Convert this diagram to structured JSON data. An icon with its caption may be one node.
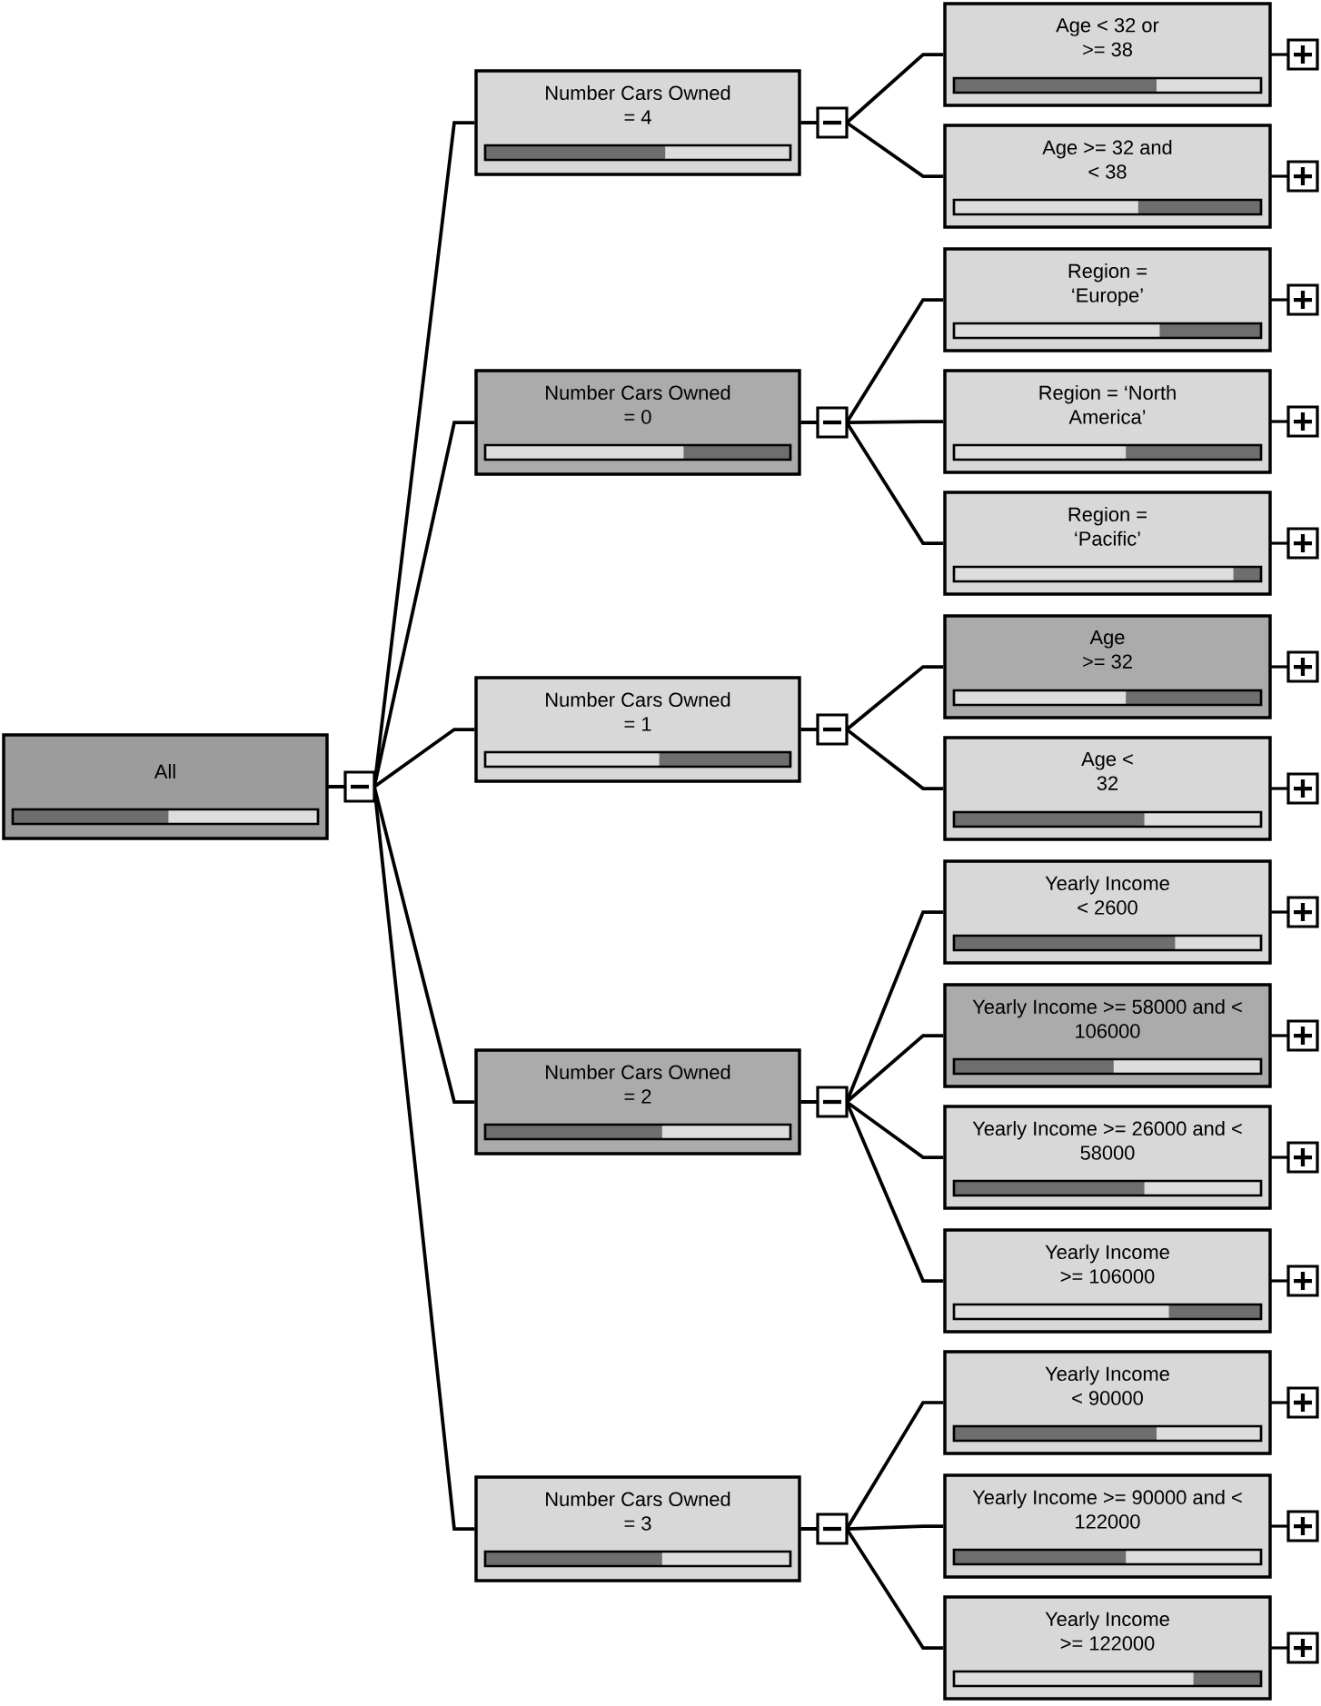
{
  "diagram": {
    "nodes": [
      {
        "text": [
          "All"
        ]
      },
      {
        "text": [
          "Number Cars Owned = 4"
        ]
      },
      {
        "text": [
          "Number Cars Owned = 0"
        ]
      },
      {
        "text": [
          "Number Cars Owned = 1"
        ]
      },
      {
        "text": [
          "Number Cars Owned = 2"
        ]
      },
      {
        "text": [
          "Number Cars Owned = 3"
        ]
      },
      {
        "text": [
          "Age < 32 or >= 38"
        ]
      },
      {
        "text": [
          "Age >= 32 and < 38"
        ]
      },
      {
        "text": [
          "Region = ‘Europe’"
        ]
      },
      {
        "text": [
          "Region = ‘North America’"
        ]
      },
      {
        "text": [
          "Region = ‘Pacific’"
        ]
      },
      {
        "text": [
          "Age >= 32"
        ]
      },
      {
        "text": [
          "Age < 32"
        ]
      },
      {
        "text": [
          "Yearly Income < 2600"
        ]
      },
      {
        "text": [
          "Yearly Income >= 58000 and < 106000"
        ]
      },
      {
        "text": [
          "Yearly Income >= 26000 and < 58000"
        ]
      },
      {
        "text": [
          "Yearly Income >= 106000"
        ]
      },
      {
        "text": [
          "Yearly Income < 90000"
        ]
      },
      {
        "text": [
          "Yearly Income >= 90000 and < 122000"
        ]
      },
      {
        "text": [
          "Yearly Income >= 122000"
        ]
      }
    ],
    "edges": [
      {
        "from": 0,
        "to": 1,
        "arrow": "none"
      },
      {
        "from": 0,
        "to": 2,
        "arrow": "none"
      },
      {
        "from": 0,
        "to": 3,
        "arrow": "none"
      },
      {
        "from": 0,
        "to": 4,
        "arrow": "none"
      },
      {
        "from": 0,
        "to": 5,
        "arrow": "none"
      },
      {
        "from": 1,
        "to": 6,
        "arrow": "none"
      },
      {
        "from": 1,
        "to": 7,
        "arrow": "none"
      },
      {
        "from": 2,
        "to": 8,
        "arrow": "none"
      },
      {
        "from": 2,
        "to": 9,
        "arrow": "none"
      },
      {
        "from": 2,
        "to": 10,
        "arrow": "none"
      },
      {
        "from": 3,
        "to": 11,
        "arrow": "none"
      },
      {
        "from": 3,
        "to": 12,
        "arrow": "none"
      },
      {
        "from": 4,
        "to": 13,
        "arrow": "none"
      },
      {
        "from": 4,
        "to": 14,
        "arrow": "none"
      },
      {
        "from": 4,
        "to": 15,
        "arrow": "none"
      },
      {
        "from": 4,
        "to": 16,
        "arrow": "none"
      },
      {
        "from": 5,
        "to": 17,
        "arrow": "none"
      },
      {
        "from": 5,
        "to": 18,
        "arrow": "none"
      },
      {
        "from": 5,
        "to": 19,
        "arrow": "none"
      }
    ]
  }
}
